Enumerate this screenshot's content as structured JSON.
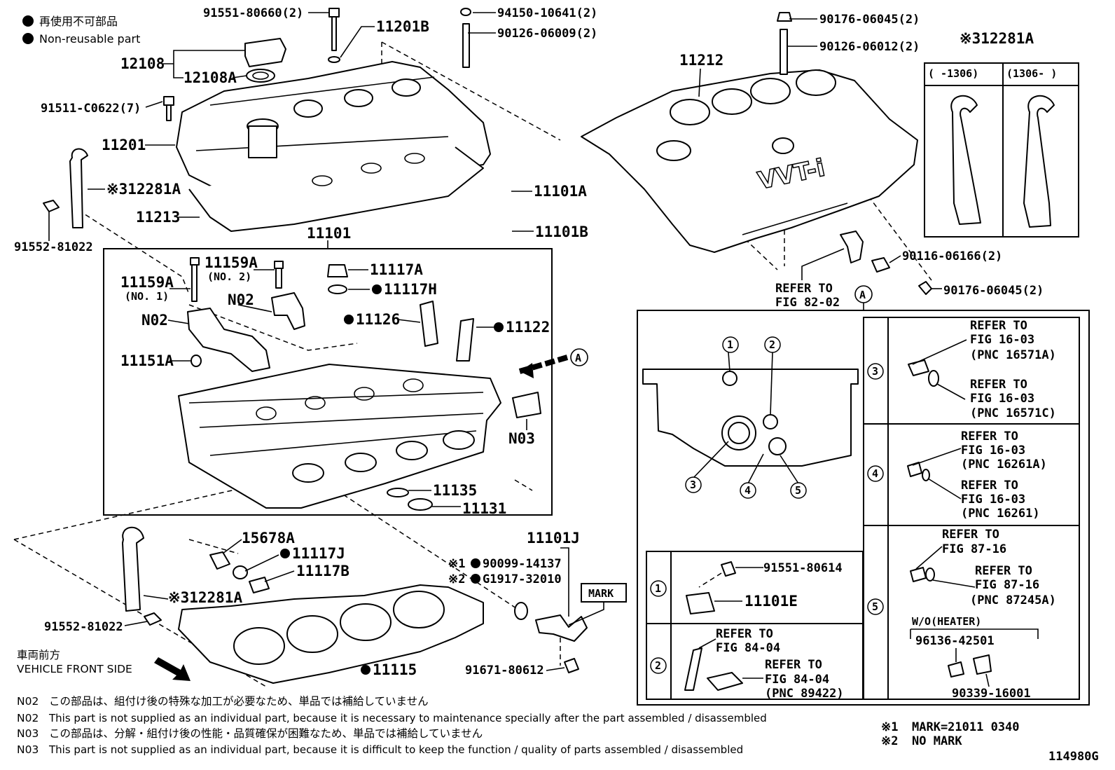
{
  "legend": {
    "ja": "再使用不可部品",
    "en": "Non-reusable part"
  },
  "parts": {
    "p91551_80660": "91551-80660(2)",
    "p11201B": "11201B",
    "p94150_10641": "94150-10641(2)",
    "p90126_06009": "90126-06009(2)",
    "p90176_06045_top": "90176-06045(2)",
    "p90126_06012": "90126-06012(2)",
    "p12281A_top": "※312281A",
    "p12108": "12108",
    "p12108A": "12108A",
    "p11212": "11212",
    "p91511_C0622": "91511-C0622(7)",
    "p11201": "11201",
    "p12281A_left": "※312281A",
    "p11101A": "11101A",
    "p11213": "11213",
    "p11101B": "11101B",
    "p91552_81022_top": "91552-81022",
    "p11101": "11101",
    "p11159A_1": "11159A",
    "p11159A_1_sub": "(NO. 1)",
    "p11159A_2": "11159A",
    "p11159A_2_sub": "(NO. 2)",
    "p11117A": "11117A",
    "p11117H": "11117H",
    "pN02_a": "N02",
    "pN02_b": "N02",
    "p11126": "11126",
    "p11122": "11122",
    "p11151A": "11151A",
    "pN03": "N03",
    "p11135": "11135",
    "p11131": "11131",
    "p90116_06166": "90116-06166(2)",
    "p90176_06045_right": "90176-06045(2)",
    "refer_82_02_a": "REFER TO",
    "refer_82_02_b": "FIG 82-02",
    "p15678A": "15678A",
    "p11117J": "11117J",
    "p11117B": "11117B",
    "p11101J": "11101J",
    "p90099_14137": "90099-14137",
    "p90099_mark": "※1",
    "pG1917_32010": "G1917-32010",
    "pG1917_mark": "※2",
    "mark_box": "MARK",
    "p12281A_bottom": "※312281A",
    "p91552_81022_bottom": "91552-81022",
    "p11115": "11115",
    "p91671_80612": "91671-80612",
    "circle_A": "A"
  },
  "inset_12281A": {
    "left_range": "(     -1306)",
    "right_range": "(1306-     )"
  },
  "detail_A": {
    "callouts": [
      "1",
      "2",
      "3",
      "4",
      "5"
    ],
    "row3": {
      "num": "3",
      "ref1": [
        "REFER TO",
        "FIG 16-03",
        "(PNC 16571A)"
      ],
      "ref2": [
        "REFER TO",
        "FIG 16-03",
        "(PNC 16571C)"
      ]
    },
    "row4": {
      "num": "4",
      "ref1": [
        "REFER TO",
        "FIG 16-03",
        "(PNC 16261A)"
      ],
      "ref2": [
        "REFER TO",
        "FIG 16-03",
        "(PNC 16261)"
      ]
    },
    "row5": {
      "num": "5",
      "ref1": [
        "REFER TO",
        "FIG 87-16"
      ],
      "ref2": [
        "REFER TO",
        "FIG 87-16",
        "(PNC 87245A)"
      ],
      "wo_heater": "W/O(HEATER)",
      "p96136": "96136-42501",
      "p90339": "90339-16001"
    },
    "row1": {
      "num": "1",
      "p91551_80614": "91551-80614",
      "p11101E": "11101E"
    },
    "row2": {
      "num": "2",
      "ref1": [
        "REFER TO",
        "FIG 84-04"
      ],
      "ref2": [
        "REFER TO",
        "FIG 84-04",
        "(PNC 89422)"
      ]
    }
  },
  "front_side": {
    "ja": "車両前方",
    "en": "VEHICLE FRONT SIDE"
  },
  "notes": [
    {
      "code": "N02",
      "text": "この部品は、組付け後の特殊な加工が必要なため、単品では補給していません"
    },
    {
      "code": "N02",
      "text": "This part is not supplied as an individual part, because it is necessary to maintenance specially after the part assembled / disassembled"
    },
    {
      "code": "N03",
      "text": "この部品は、分解・組付け後の性能・品質確保が困難なため、単品では補給していません"
    },
    {
      "code": "N03",
      "text": "This part is not supplied as an individual part, because it is difficult to keep the function / quality of parts  assembled / disassembled"
    }
  ],
  "marks": [
    {
      "key": "※1",
      "value": "MARK=21011  0340"
    },
    {
      "key": "※2",
      "value": "NO MARK"
    }
  ],
  "figure_id": "114980G"
}
